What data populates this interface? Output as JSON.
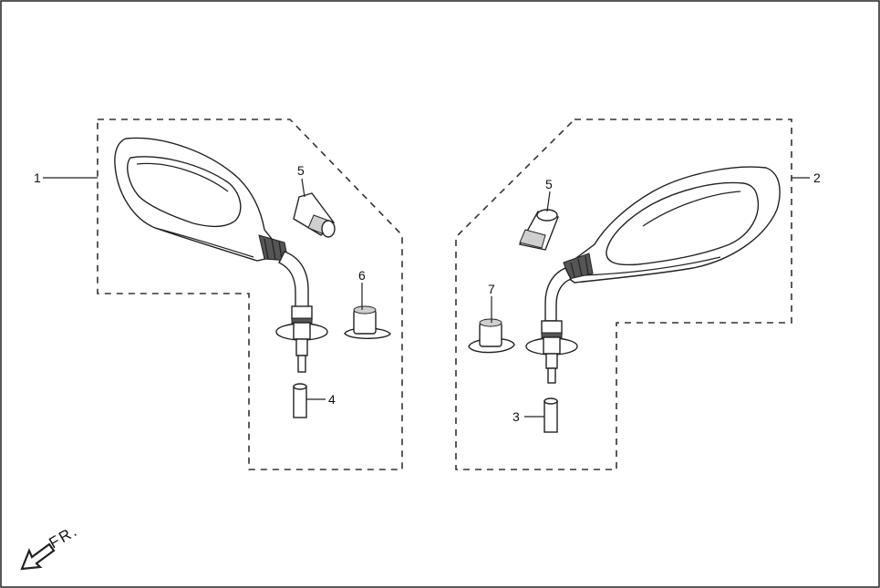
{
  "diagram": {
    "callouts": {
      "c1": "1",
      "c2": "2",
      "c3": "3",
      "c4": "4",
      "c5_left": "5",
      "c5_right": "5",
      "c6": "6",
      "c7": "7"
    },
    "direction_label": "FR."
  }
}
